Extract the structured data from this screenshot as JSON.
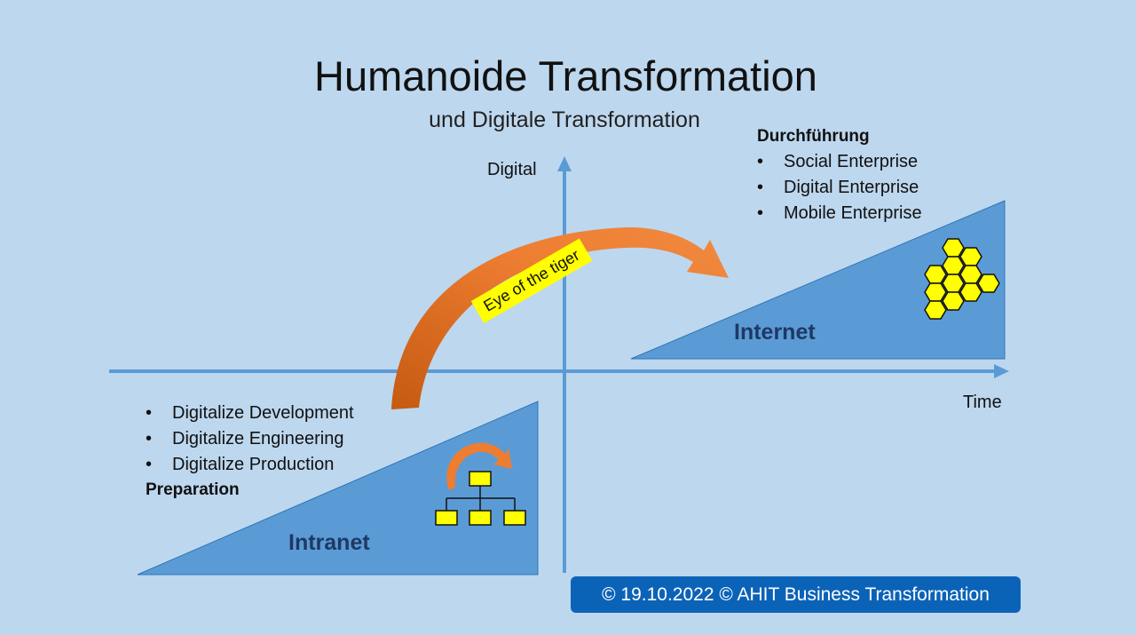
{
  "title": "Humanoide Transformation",
  "subtitle": "und Digitale Transformation",
  "axes": {
    "y_label": "Digital",
    "x_label": "Time"
  },
  "upper_block": {
    "heading": "Durchführung",
    "items": [
      "Social Enterprise",
      "Digital Enterprise",
      "Mobile Enterprise"
    ]
  },
  "lower_block": {
    "items": [
      "Digitalize Development",
      "Digitalize Engineering",
      "Digitalize Production"
    ],
    "footer": "Preparation"
  },
  "zones": {
    "intranet": "Intranet",
    "internet": "Internet"
  },
  "arrow_label": "Eye of the tiger",
  "copyright": "© 19.10.2022 © AHIT Business Transformation",
  "colors": {
    "background": "#bdd7ee",
    "axis": "#5b9bd5",
    "triangle_fill": "#5b9bd5",
    "triangle_stroke": "#2e75b6",
    "arrow": "#ed7d31",
    "highlight": "#ffff00",
    "zone_text": "#1f3864",
    "footer_bar": "#0b63b8"
  },
  "icons": {
    "org_chart": "org-chart-icon",
    "honeycomb": "honeycomb-icon"
  }
}
